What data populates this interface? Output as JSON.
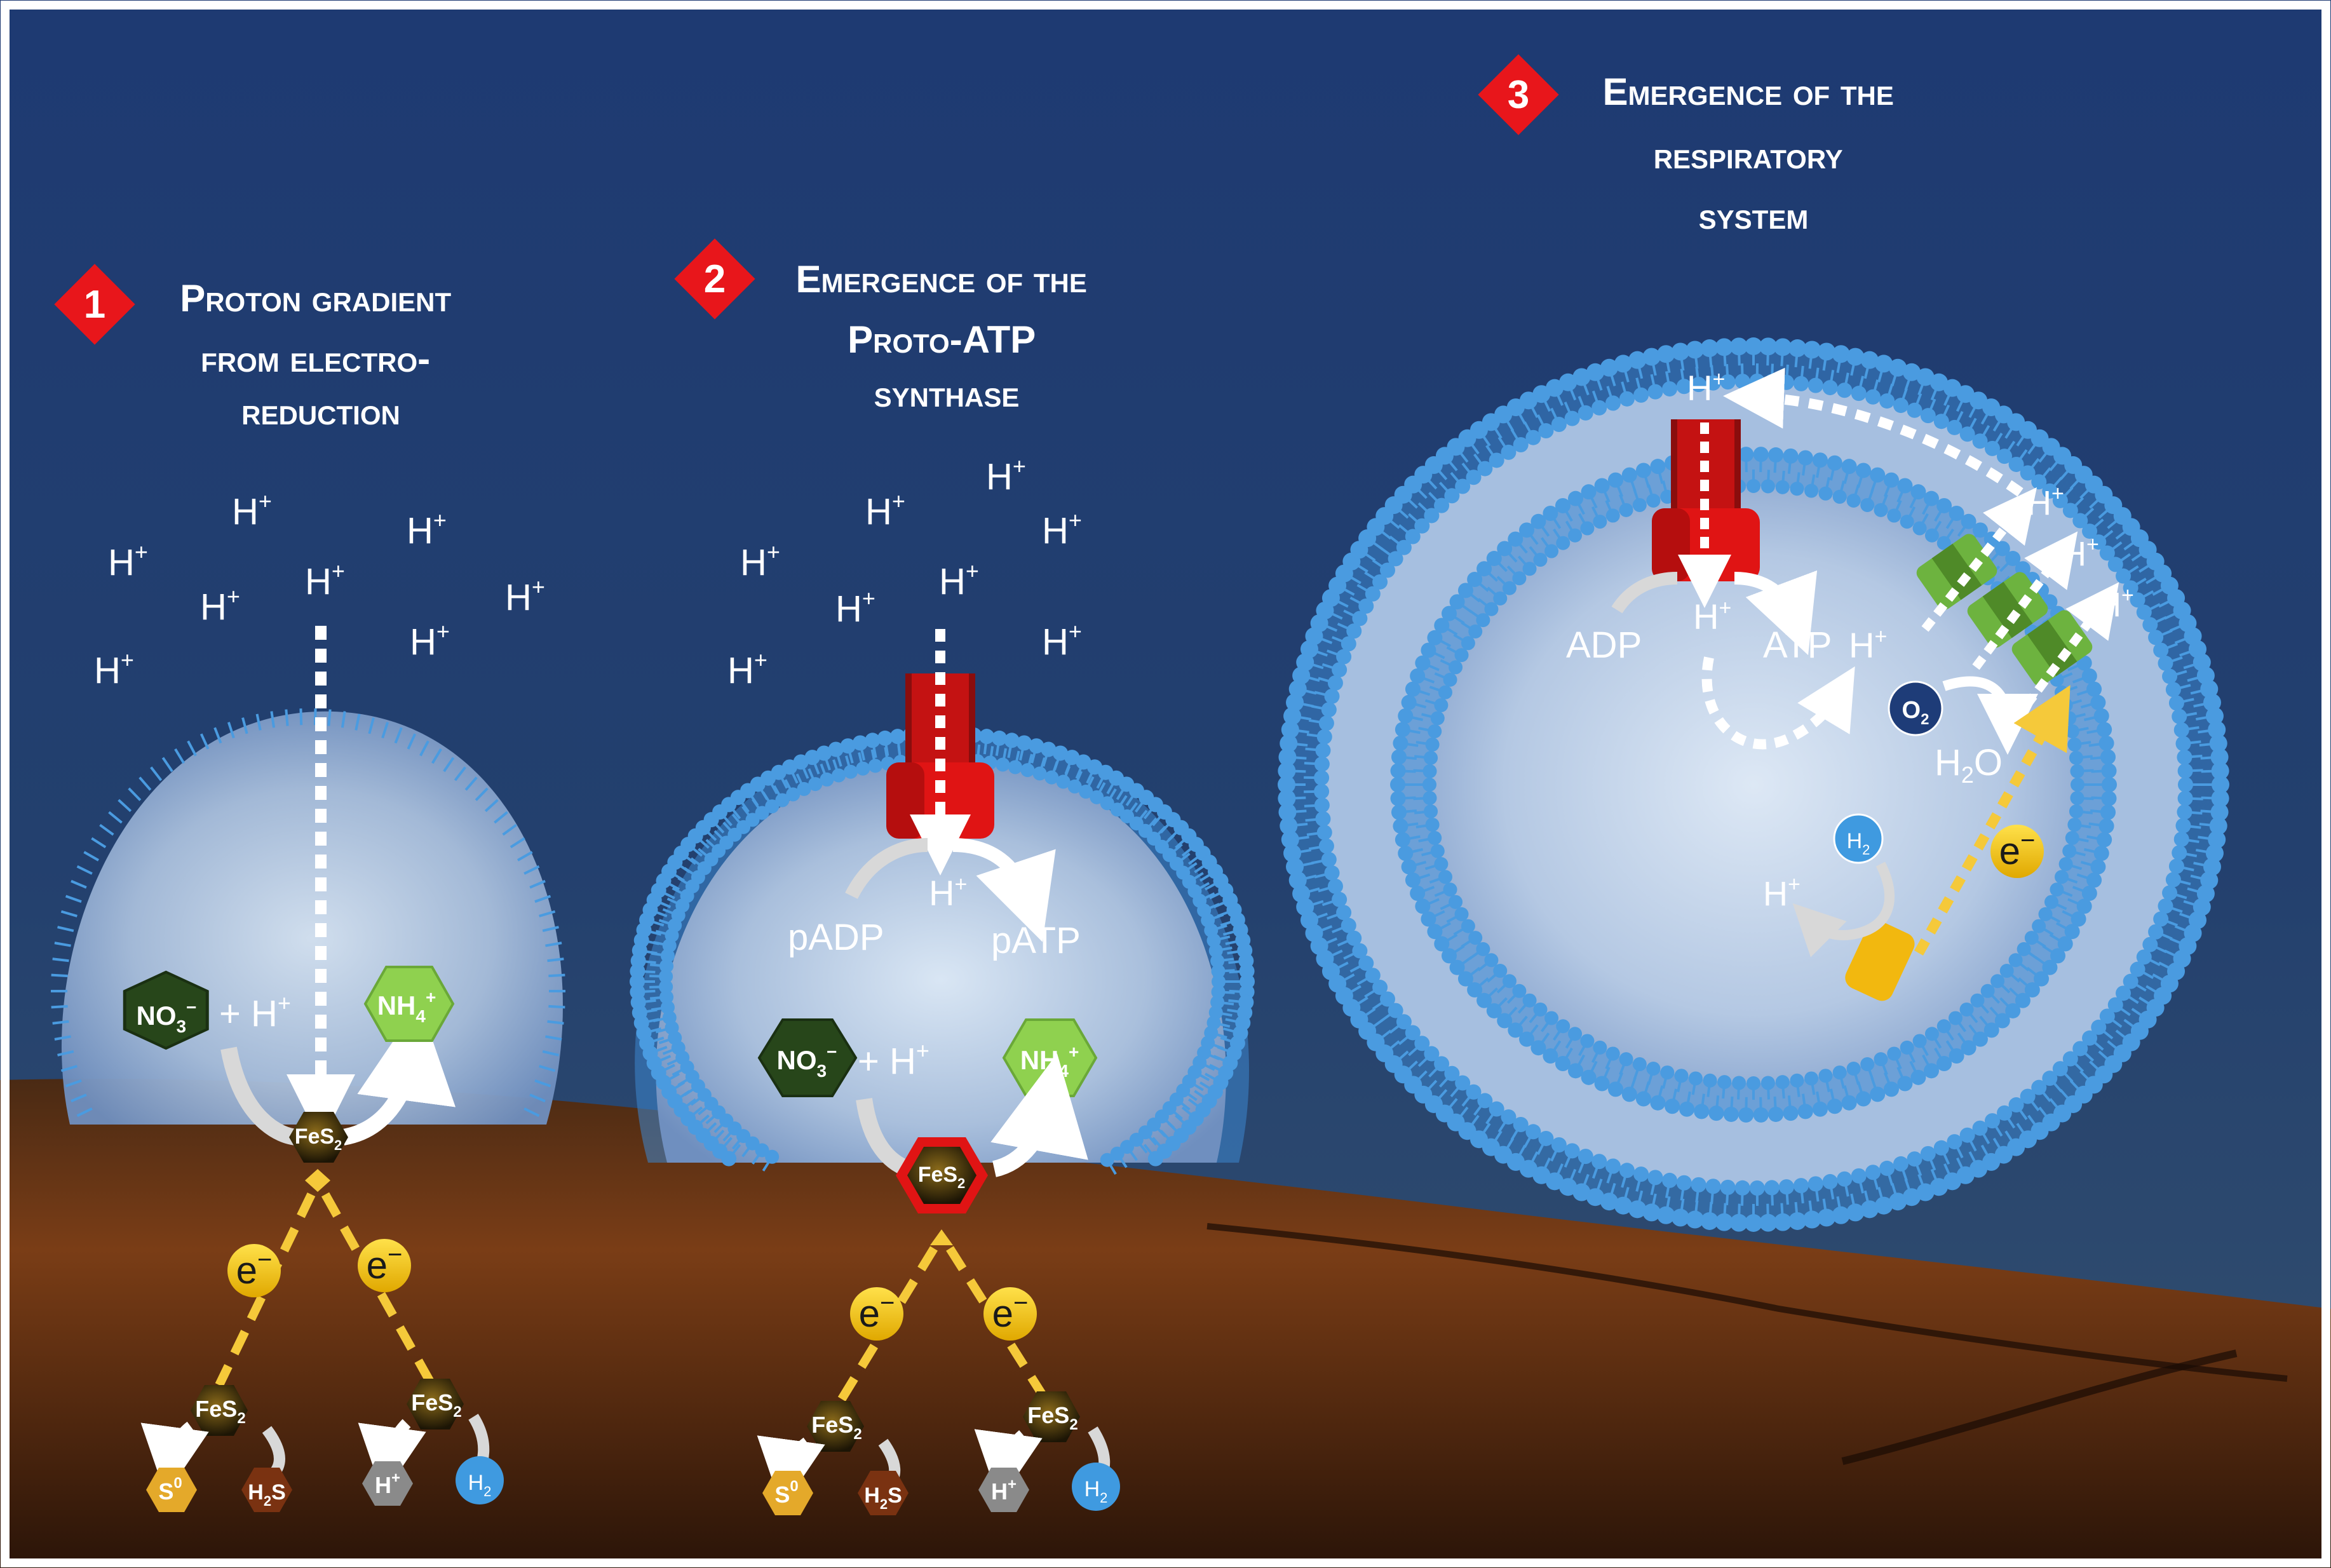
{
  "titles": {
    "p1": {
      "num": "1",
      "lines": [
        "Proton gradient",
        "from electro-",
        "reduction"
      ]
    },
    "p2": {
      "num": "2",
      "lines": [
        "Emergence of the",
        "Proto-ATP",
        "synthase"
      ]
    },
    "p3": {
      "num": "3",
      "lines": [
        "Emergence of the",
        "respiratory",
        "system"
      ]
    }
  },
  "labels": {
    "h": "H",
    "plus": "+",
    "minus": "−",
    "e": "e",
    "no3": "NO",
    "no3_sub": "3",
    "nh4": "NH",
    "nh4_sub": "4",
    "fes": "FeS",
    "fes_sub": "2",
    "s0": "S",
    "s0_sup": "0",
    "h2s": "H",
    "h2s_sub": "2",
    "h2s_s": "S",
    "h2": "H",
    "h2_sub": "2",
    "padp": "pADP",
    "patp": "pATP",
    "adp": "ADP",
    "atp": "ATP",
    "o2": "O",
    "o2_sub": "2",
    "h2o": "H",
    "h2o_sub": "2",
    "h2o_o": "O",
    "plus_h": "+ H"
  },
  "colors": {
    "sky_top": "#1f3b6f",
    "sky_bottom": "#2a4a72",
    "ground": "#6b3515",
    "badge": "#e8161b",
    "lipid": "#4a9be0",
    "electron": "#f2c21a",
    "synthase": "#d61a1a",
    "transporter": "#6db33f",
    "no3": "#27461a",
    "nh4": "#8fd14f",
    "fes": "#2b2208"
  }
}
